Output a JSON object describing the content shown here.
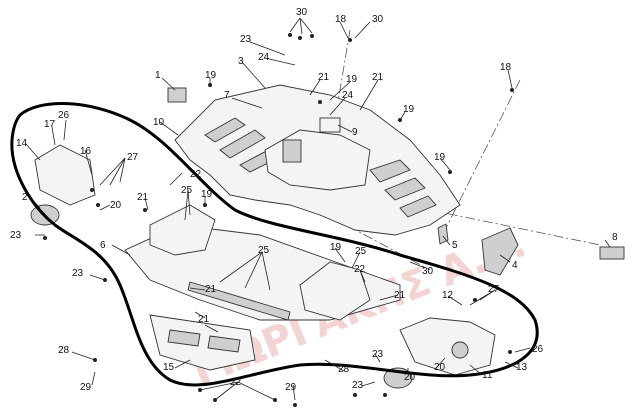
{
  "watermark": "ΓΙΩΡΓΑΚΗΣ Α.Ε.",
  "callouts": [
    "30",
    "18",
    "30",
    "23",
    "24",
    "3",
    "21",
    "1",
    "19",
    "19",
    "21",
    "7",
    "24",
    "10",
    "9",
    "18",
    "19",
    "17",
    "26",
    "14",
    "16",
    "27",
    "22",
    "19",
    "2",
    "21",
    "25",
    "19",
    "20",
    "23",
    "6",
    "5",
    "4",
    "8",
    "25",
    "19",
    "25",
    "22",
    "21",
    "23",
    "21",
    "12",
    "27",
    "28",
    "20",
    "21",
    "13",
    "26",
    "11",
    "29",
    "15",
    "23",
    "28",
    "22",
    "29",
    "23",
    "20",
    "30"
  ]
}
